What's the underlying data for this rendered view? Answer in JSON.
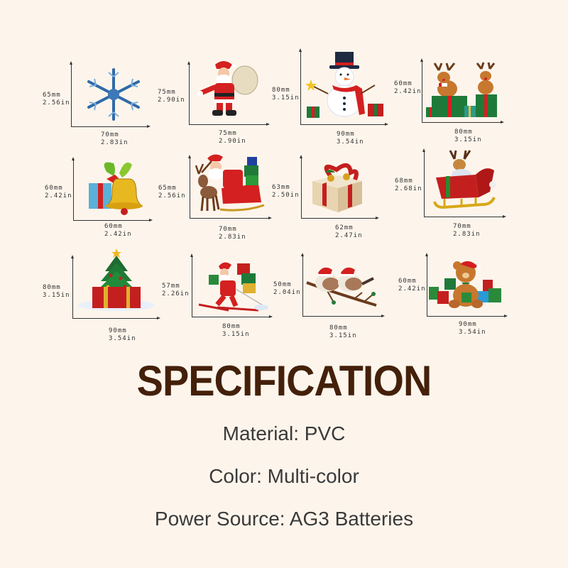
{
  "stickers": [
    {
      "name": "snowflake",
      "height_mm": "65mm",
      "height_in": "2.56in",
      "width_mm": "70mm",
      "width_in": "2.83in"
    },
    {
      "name": "santa-with-sack",
      "height_mm": "75mm",
      "height_in": "2.90in",
      "width_mm": "75mm",
      "width_in": "2.90in"
    },
    {
      "name": "snowman",
      "height_mm": "80mm",
      "height_in": "3.15in",
      "width_mm": "90mm",
      "width_in": "3.54in"
    },
    {
      "name": "reindeer-on-gifts",
      "height_mm": "60mm",
      "height_in": "2.42in",
      "width_mm": "80mm",
      "width_in": "3.15in"
    },
    {
      "name": "bell-and-gift",
      "height_mm": "60mm",
      "height_in": "2.42in",
      "width_mm": "60mm",
      "width_in": "2.42in"
    },
    {
      "name": "santa-sleigh-reindeer",
      "height_mm": "65mm",
      "height_in": "2.56in",
      "width_mm": "70mm",
      "width_in": "2.83in"
    },
    {
      "name": "gift-box-with-bells",
      "height_mm": "63mm",
      "height_in": "2.50in",
      "width_mm": "62mm",
      "width_in": "2.47in"
    },
    {
      "name": "reindeer-in-sleigh",
      "height_mm": "68mm",
      "height_in": "2.68in",
      "width_mm": "70mm",
      "width_in": "2.83in"
    },
    {
      "name": "christmas-tree-gift",
      "height_mm": "80mm",
      "height_in": "3.15in",
      "width_mm": "90mm",
      "width_in": "3.54in"
    },
    {
      "name": "skiing-santa",
      "height_mm": "57mm",
      "height_in": "2.26in",
      "width_mm": "80mm",
      "width_in": "3.15in"
    },
    {
      "name": "birds-on-branch",
      "height_mm": "50mm",
      "height_in": "2.04in",
      "width_mm": "80mm",
      "width_in": "3.15in"
    },
    {
      "name": "teddy-bear-gifts",
      "height_mm": "60mm",
      "height_in": "2.42in",
      "width_mm": "90mm",
      "width_in": "3.54in"
    }
  ],
  "spec": {
    "title": "SPECIFICATION",
    "material": "Material: PVC",
    "color": "Color: Multi-color",
    "power": "Power Source: AG3 Batteries"
  },
  "colors": {
    "background": "#fdf5ec",
    "title": "#44200a",
    "text": "#3a3a3a"
  }
}
